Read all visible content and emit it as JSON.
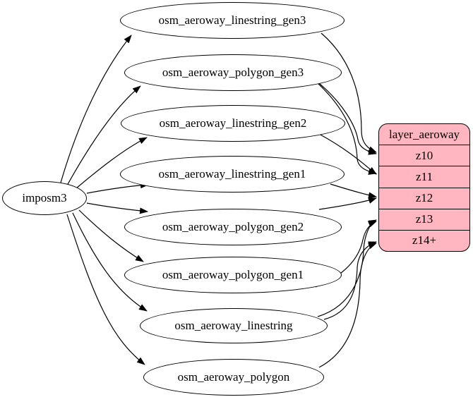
{
  "diagram": {
    "background_color": "#ffffff",
    "edge_color": "#000000",
    "node_fill_color": "#ffffff",
    "source": {
      "id": "imposm3",
      "label": "imposm3"
    },
    "tables": [
      {
        "id": "osm_aeroway_linestring_gen3",
        "label": "osm_aeroway_linestring_gen3"
      },
      {
        "id": "osm_aeroway_polygon_gen3",
        "label": "osm_aeroway_polygon_gen3"
      },
      {
        "id": "osm_aeroway_linestring_gen2",
        "label": "osm_aeroway_linestring_gen2"
      },
      {
        "id": "osm_aeroway_linestring_gen1",
        "label": "osm_aeroway_linestring_gen1"
      },
      {
        "id": "osm_aeroway_polygon_gen2",
        "label": "osm_aeroway_polygon_gen2"
      },
      {
        "id": "osm_aeroway_polygon_gen1",
        "label": "osm_aeroway_polygon_gen1"
      },
      {
        "id": "osm_aeroway_linestring",
        "label": "osm_aeroway_linestring"
      },
      {
        "id": "osm_aeroway_polygon",
        "label": "osm_aeroway_polygon"
      }
    ],
    "layer": {
      "id": "layer_aeroway",
      "title": "layer_aeroway",
      "rows": [
        "z10",
        "z11",
        "z12",
        "z13",
        "z14+"
      ],
      "fill_color": "#ffb6c1",
      "border_color": "#000000"
    },
    "edges": [
      {
        "from": "imposm3",
        "to": "osm_aeroway_linestring_gen3"
      },
      {
        "from": "imposm3",
        "to": "osm_aeroway_polygon_gen3"
      },
      {
        "from": "imposm3",
        "to": "osm_aeroway_linestring_gen2"
      },
      {
        "from": "imposm3",
        "to": "osm_aeroway_linestring_gen1"
      },
      {
        "from": "imposm3",
        "to": "osm_aeroway_polygon_gen2"
      },
      {
        "from": "imposm3",
        "to": "osm_aeroway_polygon_gen1"
      },
      {
        "from": "imposm3",
        "to": "osm_aeroway_linestring"
      },
      {
        "from": "imposm3",
        "to": "osm_aeroway_polygon"
      },
      {
        "from": "osm_aeroway_linestring_gen3",
        "to": "layer_aeroway:z10"
      },
      {
        "from": "osm_aeroway_polygon_gen3",
        "to": "layer_aeroway:z10"
      },
      {
        "from": "osm_aeroway_polygon_gen3",
        "to": "layer_aeroway:z11"
      },
      {
        "from": "osm_aeroway_linestring_gen2",
        "to": "layer_aeroway:z11"
      },
      {
        "from": "osm_aeroway_linestring_gen1",
        "to": "layer_aeroway:z12"
      },
      {
        "from": "osm_aeroway_polygon_gen2",
        "to": "layer_aeroway:z12"
      },
      {
        "from": "osm_aeroway_polygon_gen1",
        "to": "layer_aeroway:z13"
      },
      {
        "from": "osm_aeroway_linestring",
        "to": "layer_aeroway:z13"
      },
      {
        "from": "osm_aeroway_linestring",
        "to": "layer_aeroway:z14+"
      },
      {
        "from": "osm_aeroway_polygon",
        "to": "layer_aeroway:z14+"
      }
    ]
  }
}
